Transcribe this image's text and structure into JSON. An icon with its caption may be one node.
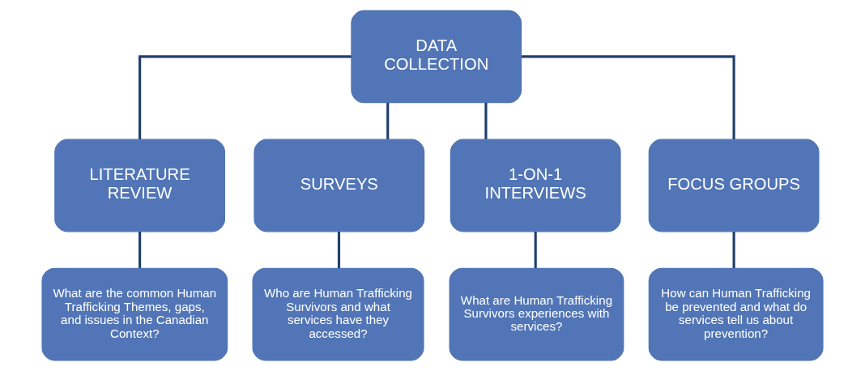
{
  "diagram": {
    "nodes": [
      {
        "text": [
          "DATA COLLECTION"
        ]
      },
      {
        "text": [
          "LITERATURE REVIEW"
        ]
      },
      {
        "text": [
          "SURVEYS"
        ]
      },
      {
        "text": [
          "1-ON-1 INTERVIEWS"
        ]
      },
      {
        "text": [
          "FOCUS GROUPS"
        ]
      },
      {
        "text": [
          "What are the common Human Trafficking Themes, gaps, and issues in the Canadian Context?"
        ]
      },
      {
        "text": [
          "Who are Human Trafficking Survivors and what services have they accessed?"
        ]
      },
      {
        "text": [
          "What are Human Trafficking Survivors experiences with services?"
        ]
      },
      {
        "text": [
          "How can Human Trafficking be prevented and what do services tell us about prevention?"
        ]
      }
    ],
    "edges": [
      {
        "from": 0,
        "to": 1,
        "arrow": "none"
      },
      {
        "from": 0,
        "to": 2,
        "arrow": "none"
      },
      {
        "from": 0,
        "to": 3,
        "arrow": "none"
      },
      {
        "from": 0,
        "to": 4,
        "arrow": "none"
      },
      {
        "from": 1,
        "to": 5,
        "arrow": "none"
      },
      {
        "from": 2,
        "to": 6,
        "arrow": "none"
      },
      {
        "from": 3,
        "to": 7,
        "arrow": "none"
      },
      {
        "from": 4,
        "to": 8,
        "arrow": "none"
      }
    ]
  }
}
